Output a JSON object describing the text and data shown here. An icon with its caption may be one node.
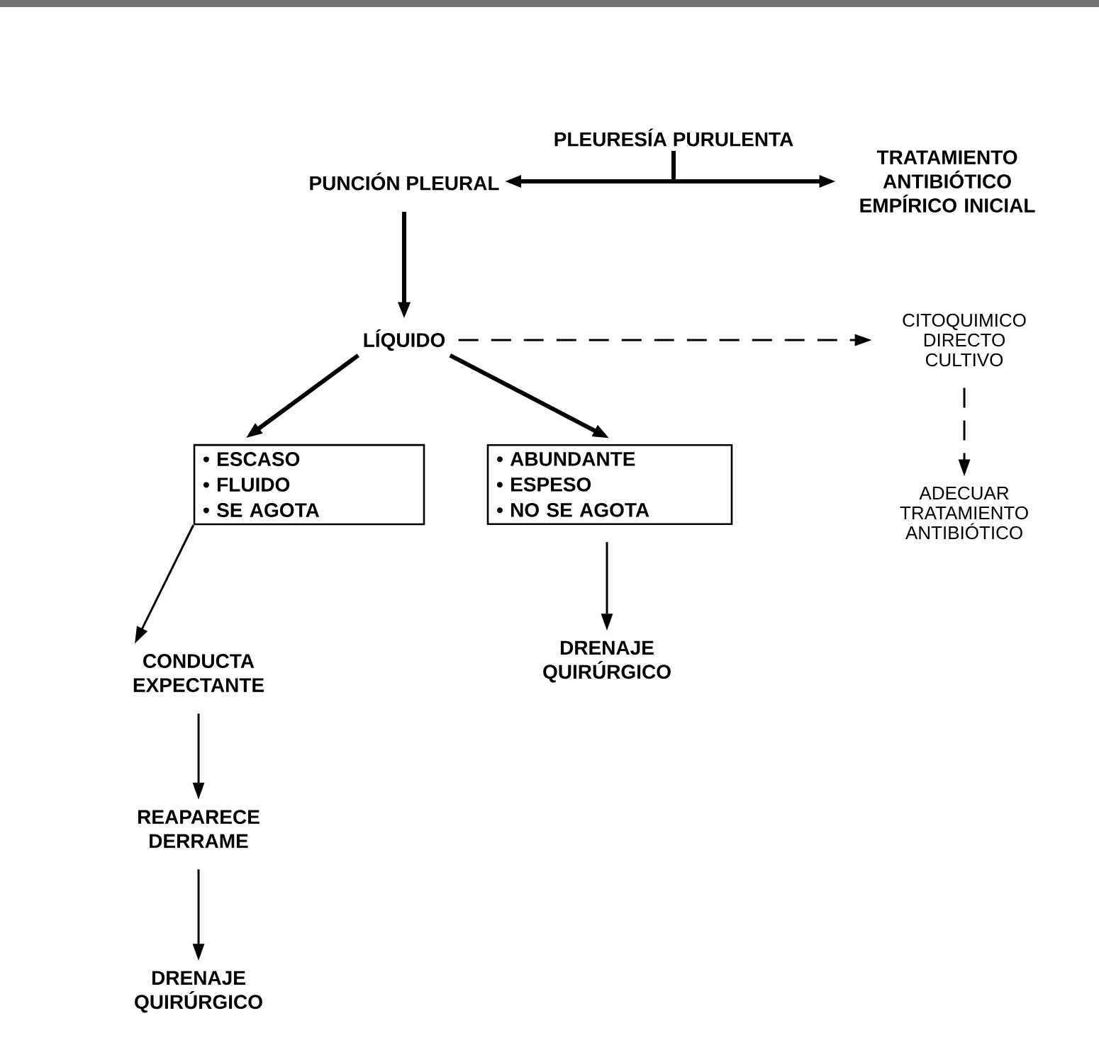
{
  "diagram": {
    "nodes": [
      {
        "text": [
          "PLEURESÍA PURULENTA"
        ]
      },
      {
        "text": [
          "PUNCIÓN PLEURAL"
        ]
      },
      {
        "text": [
          "TRATAMIENTO ANTIBIÓTICO EMPÍRICO INICIAL"
        ]
      },
      {
        "text": [
          "LÍQUIDO"
        ]
      },
      {
        "text": [
          "CITOQUIMICO DIRECTO CULTIVO"
        ]
      },
      {
        "text": [
          "• ESCASO",
          "• FLUIDO",
          "• SE AGOTA"
        ]
      },
      {
        "text": [
          "• ABUNDANTE",
          "• ESPESO",
          "• NO SE AGOTA"
        ]
      },
      {
        "text": [
          "ADECUAR TRATAMIENTO ANTIBIÓTICO"
        ]
      },
      {
        "text": [
          "CONDUCTA EXPECTANTE"
        ]
      },
      {
        "text": [
          "DRENAJE QUIRÚRGICO"
        ]
      },
      {
        "text": [
          "REAPARECE DERRAME"
        ]
      },
      {
        "text": [
          "DRENAJE QUIRÚRGICO"
        ]
      }
    ],
    "edges": [
      {
        "from": 0,
        "to": 1,
        "arrow": "to",
        "style": "thick"
      },
      {
        "from": 0,
        "to": 2,
        "arrow": "to",
        "style": "thick"
      },
      {
        "from": 1,
        "to": 3,
        "arrow": "to",
        "style": "thick"
      },
      {
        "from": 3,
        "to": 4,
        "arrow": "to",
        "style": "dashed"
      },
      {
        "from": 3,
        "to": 5,
        "arrow": "to",
        "style": "thick"
      },
      {
        "from": 3,
        "to": 6,
        "arrow": "to",
        "style": "thick"
      },
      {
        "from": 4,
        "to": 7,
        "arrow": "to",
        "style": "dashed"
      },
      {
        "from": 5,
        "to": 8,
        "arrow": "to"
      },
      {
        "from": 6,
        "to": 9,
        "arrow": "to"
      },
      {
        "from": 8,
        "to": 10,
        "arrow": "to"
      },
      {
        "from": 10,
        "to": 11,
        "arrow": "to"
      }
    ]
  }
}
